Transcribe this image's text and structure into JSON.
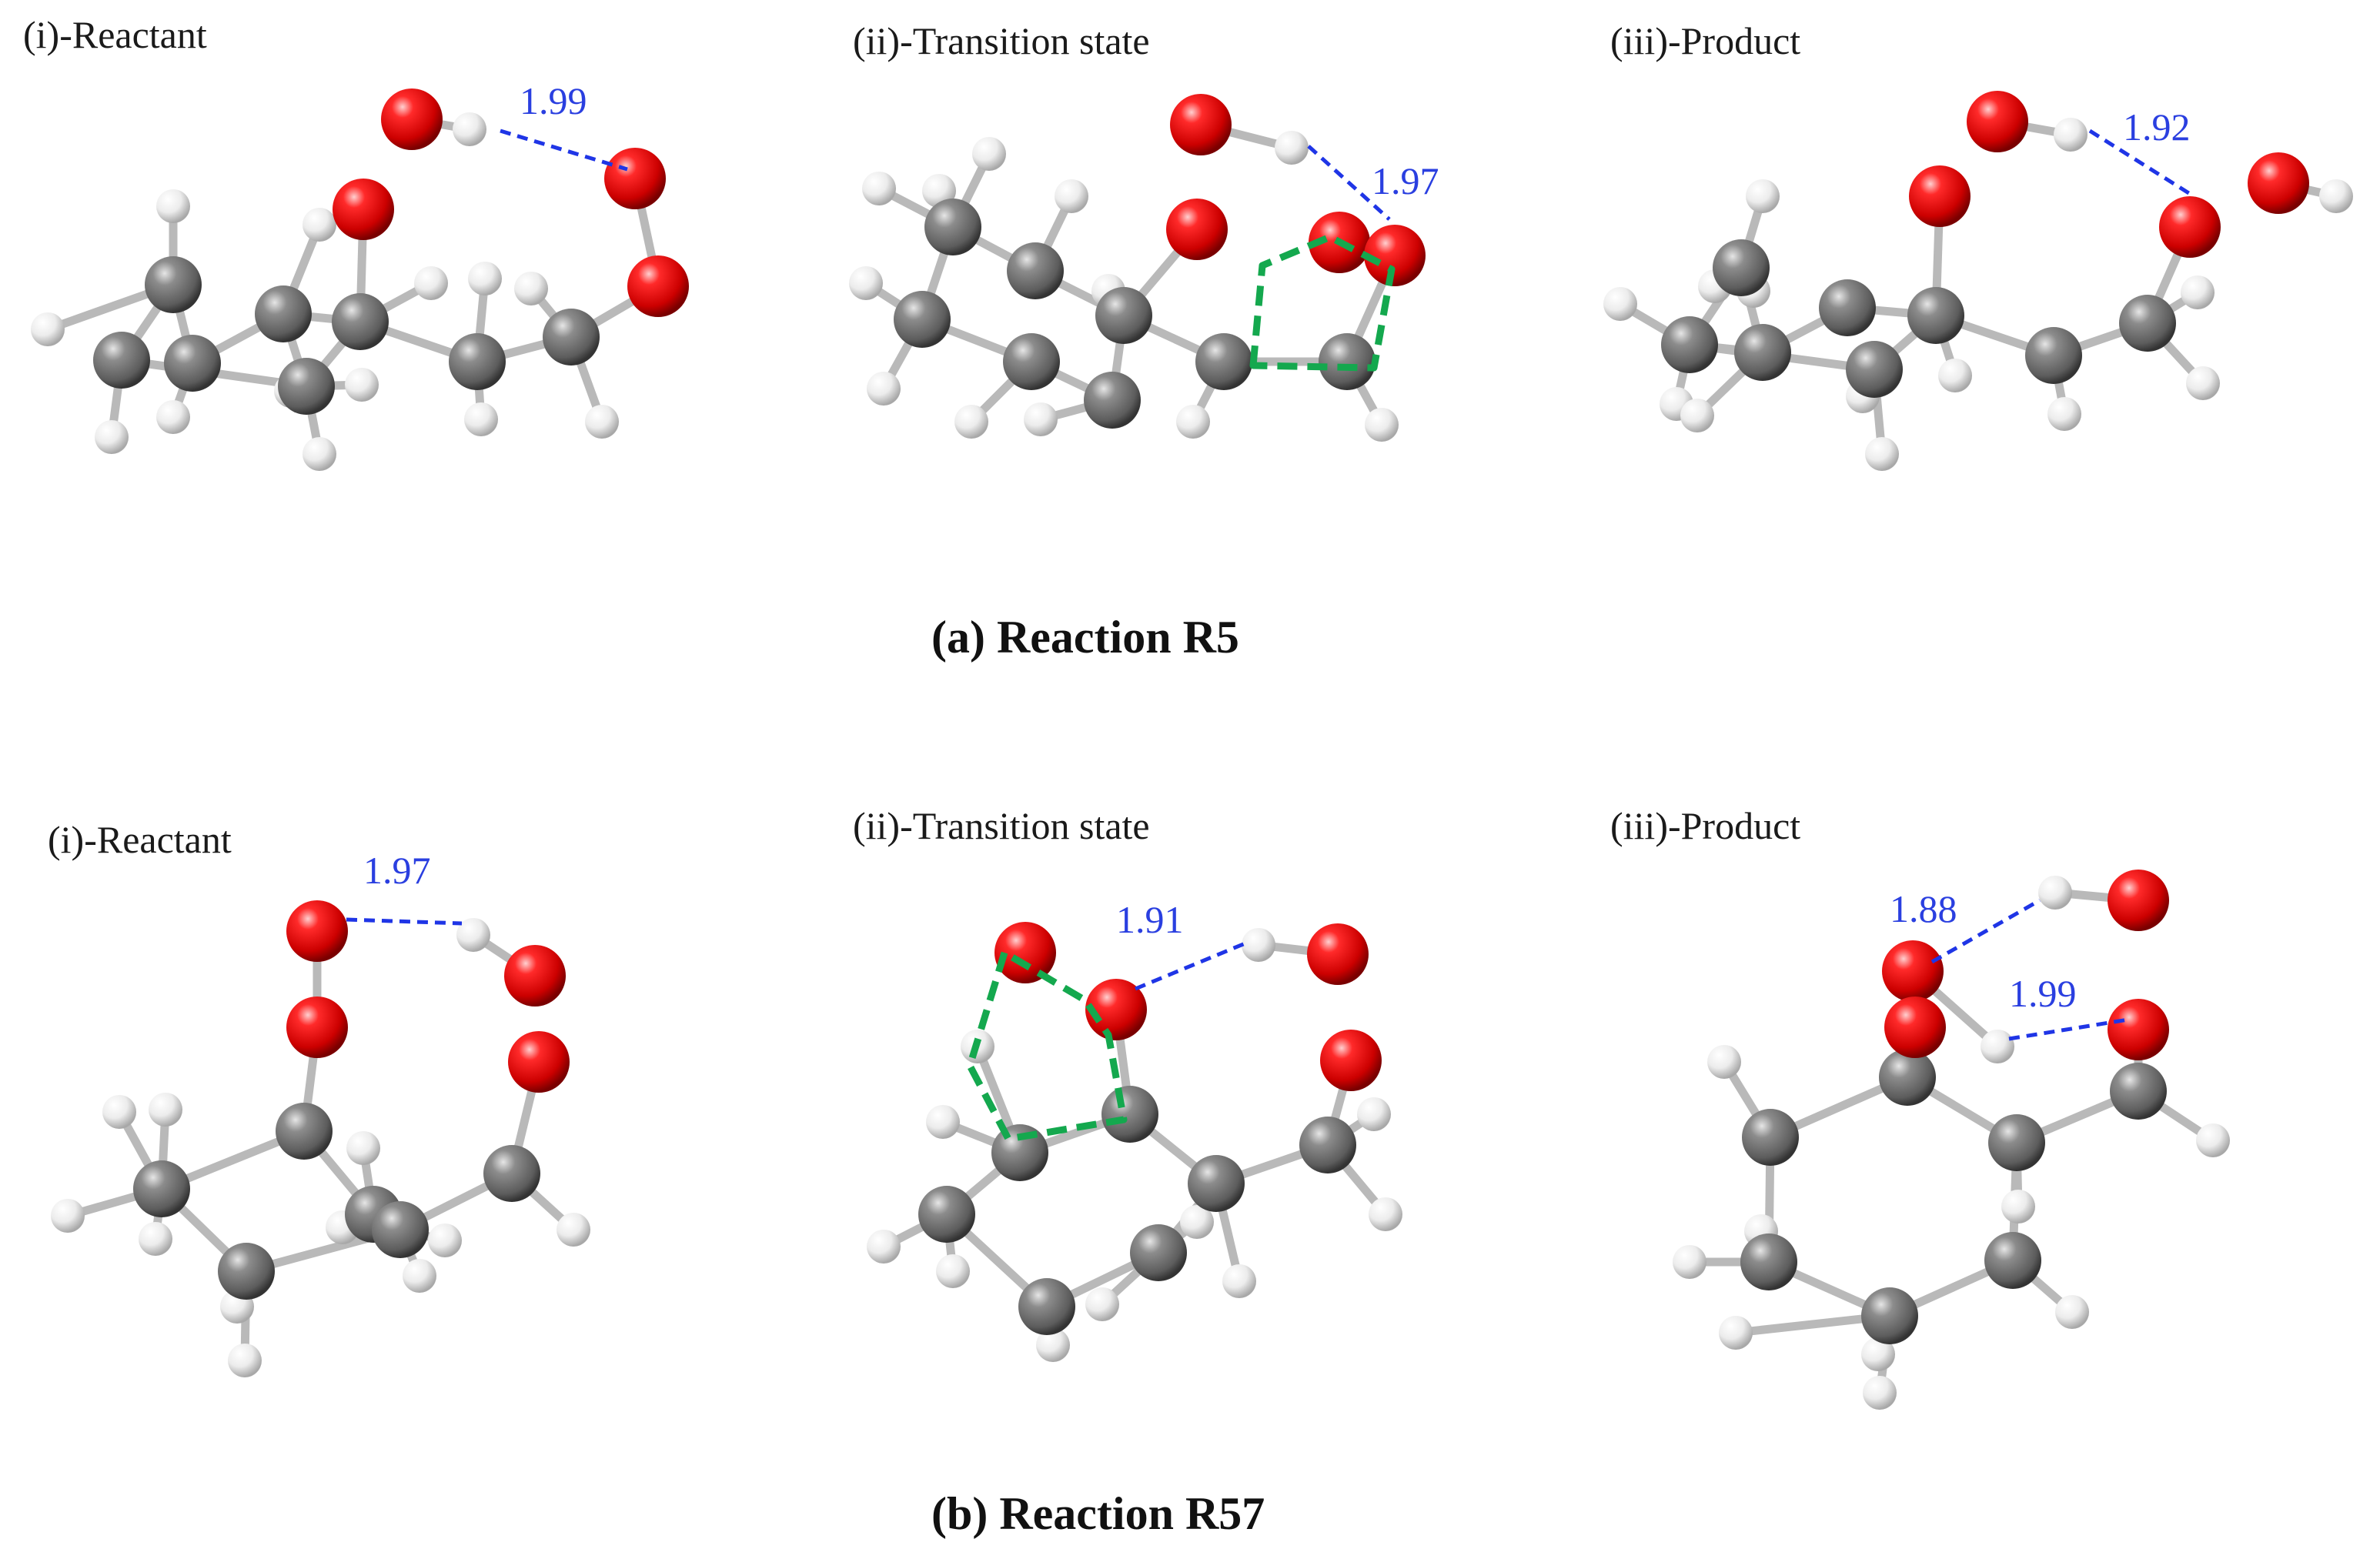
{
  "panels": {
    "a": {
      "caption": "(a) Reaction R5",
      "reactant_label": "(i)-Reactant",
      "ts_label": "(ii)-Transition state",
      "product_label": "(iii)-Product",
      "reactant_dist": "1.99",
      "ts_dist": "1.97",
      "product_dist": "1.92"
    },
    "b": {
      "caption": "(b) Reaction R57",
      "reactant_label": "(i)-Reactant",
      "ts_label": "(ii)-Transition state",
      "product_label": "(iii)-Product",
      "reactant_dist": "1.97",
      "ts_dist": "1.91",
      "product_dist_1": "1.88",
      "product_dist_2": "1.99"
    }
  },
  "colors": {
    "oxygen": "#e00000",
    "carbon": "#6e6e6e",
    "hydrogen": "#f0f0f0",
    "hbond": "#1f35e6",
    "ring": "#14a84e"
  }
}
